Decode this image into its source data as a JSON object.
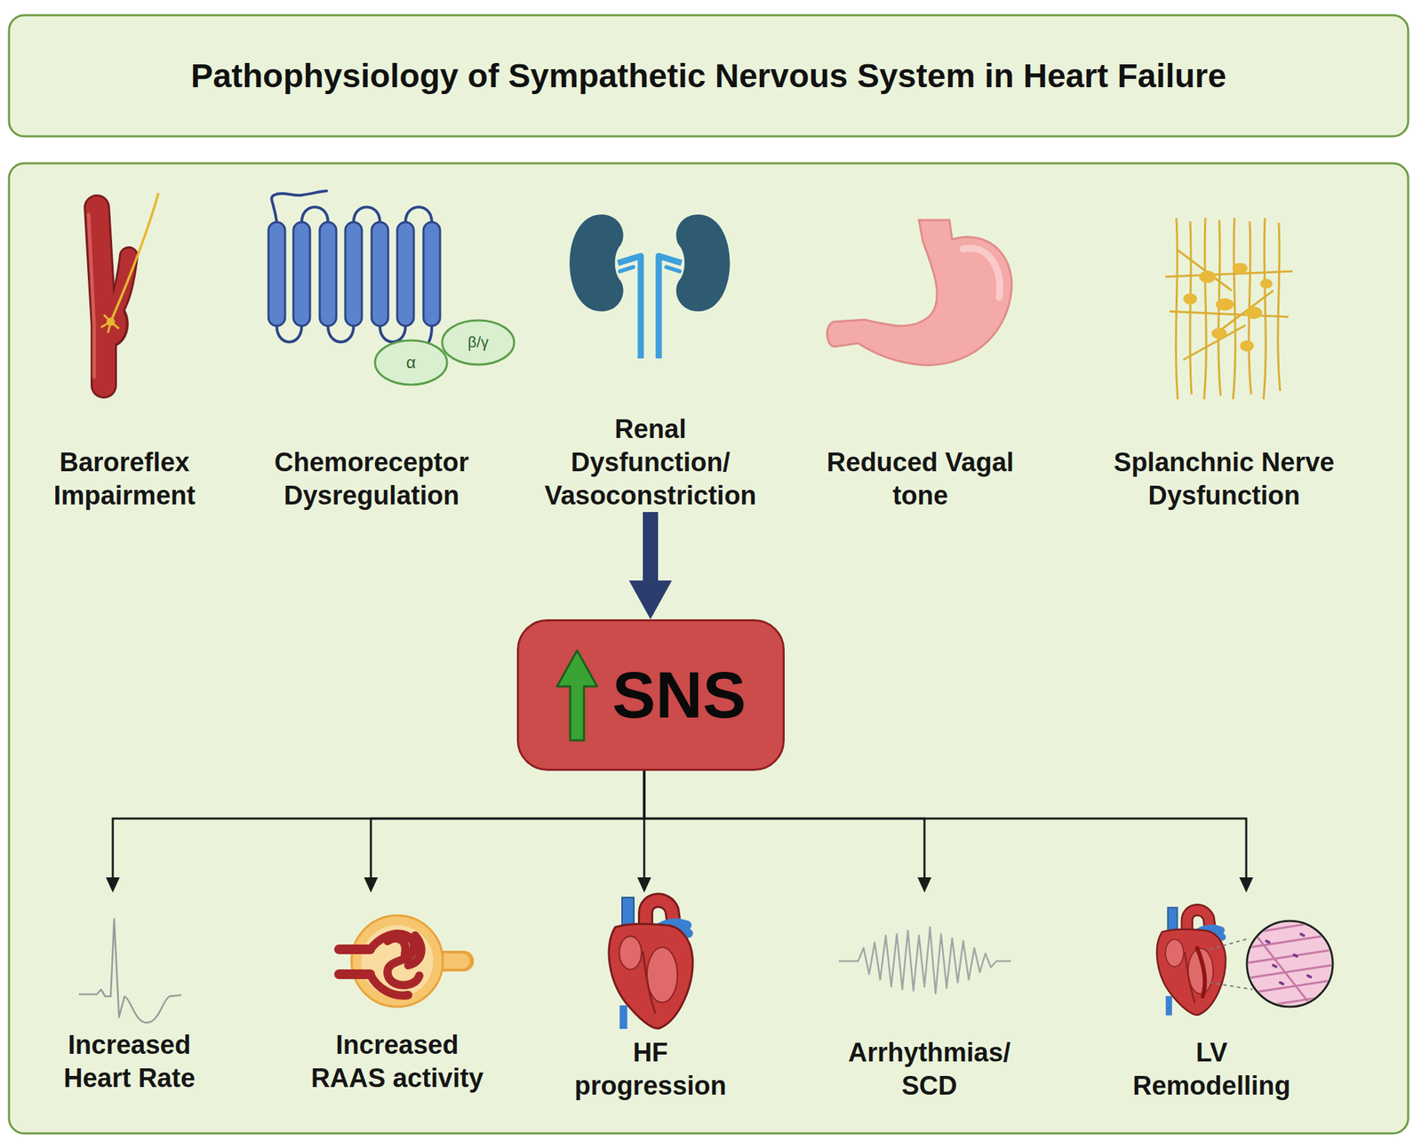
{
  "diagram": {
    "title": "Pathophysiology of Sympathetic Nervous System in Heart Failure",
    "nodes": [
      {
        "text": [
          "Baroreflex Impairment"
        ]
      },
      {
        "text": [
          "Chemoreceptor Dysregulation"
        ]
      },
      {
        "text": [
          "Renal Dysfunction/ Vasoconstriction"
        ]
      },
      {
        "text": [
          "Reduced Vagal tone"
        ]
      },
      {
        "text": [
          "Splanchnic Nerve Dysfunction"
        ]
      },
      {
        "text": [
          "SNS"
        ]
      },
      {
        "text": [
          "Increased Heart Rate"
        ]
      },
      {
        "text": [
          "Increased RAAS activity"
        ]
      },
      {
        "text": [
          "HF progression"
        ]
      },
      {
        "text": [
          "Arrhythmias/ SCD"
        ]
      },
      {
        "text": [
          "LV Remodelling"
        ]
      }
    ],
    "edges": [
      {
        "from": 2,
        "to": 5,
        "arrow": "to"
      },
      {
        "from": 5,
        "to": 6,
        "arrow": "to"
      },
      {
        "from": 5,
        "to": 7,
        "arrow": "to"
      },
      {
        "from": 5,
        "to": 8,
        "arrow": "to"
      },
      {
        "from": 5,
        "to": 9,
        "arrow": "to"
      },
      {
        "from": 5,
        "to": 10,
        "arrow": "to"
      }
    ],
    "labels": [
      "α",
      "β/γ"
    ]
  }
}
